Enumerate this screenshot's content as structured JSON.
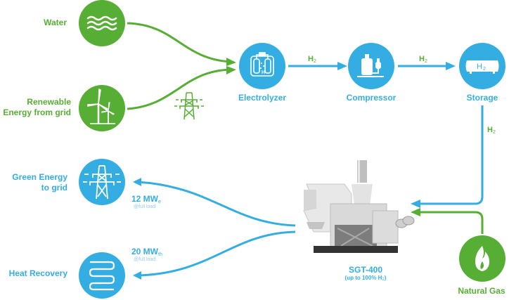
{
  "colors": {
    "green": "#57ae34",
    "blue": "#34aee2",
    "white": "#ffffff"
  },
  "inputs": {
    "water": {
      "label": "Water",
      "icon": "water-waves-icon"
    },
    "renewable": {
      "label_line1": "Renewable",
      "label_line2": "Energy from grid",
      "icon": "wind-turbine-icon"
    },
    "grid_pylon_icon": "power-pylon-icon"
  },
  "chain": {
    "electrolyzer": {
      "label": "Electrolyzer",
      "icon": "electrolyzer-icon"
    },
    "compressor": {
      "label": "Compressor",
      "icon": "compressor-icon"
    },
    "storage": {
      "label": "Storage",
      "icon": "hydrogen-tank-icon",
      "tank_text": "H",
      "tank_sub": "2"
    },
    "h2_label": "H",
    "h2_sub": "2"
  },
  "turbine": {
    "name": "SGT-400",
    "caption_prefix": "(up to 100% H",
    "caption_sub": "2",
    "caption_suffix": ")"
  },
  "natural_gas": {
    "label": "Natural Gas",
    "icon": "flame-icon"
  },
  "outputs": {
    "green_energy": {
      "label_line1": "Green Energy",
      "label_line2": "to grid",
      "icon": "power-pylon-icon",
      "value": "12 MW",
      "value_sub": "e",
      "note": "@full load"
    },
    "heat_recovery": {
      "label": "Heat Recovery",
      "icon": "heat-coil-icon",
      "value": "20 MW",
      "value_sub": "th",
      "note": "@full load"
    }
  }
}
